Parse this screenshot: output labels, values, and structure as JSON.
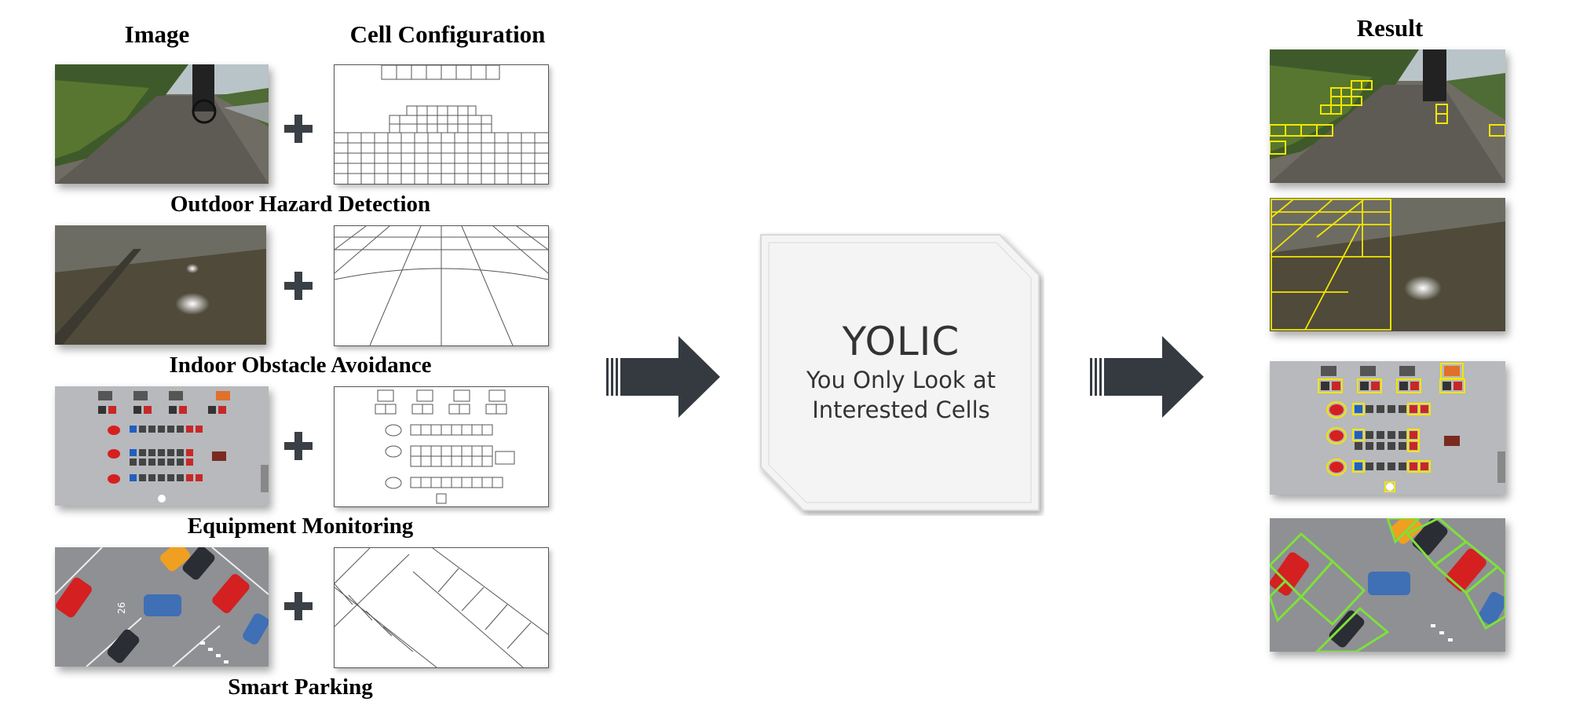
{
  "headers": {
    "image": "Image",
    "cell_configuration": "Cell Configuration",
    "result": "Result"
  },
  "applications": [
    {
      "label": "Outdoor Hazard Detection"
    },
    {
      "label": "Indoor Obstacle Avoidance"
    },
    {
      "label": "Equipment Monitoring"
    },
    {
      "label": "Smart Parking"
    }
  ],
  "center": {
    "title": "YOLIC",
    "subtitle_line1": "You Only Look at",
    "subtitle_line2": "Interested Cells"
  },
  "colors": {
    "arrow": "#343a40",
    "plus": "#3a4046",
    "highlight_yellow": "#f2e600",
    "highlight_green": "#7ee03a"
  },
  "icons": [
    "plus-icon",
    "arrow-right-icon"
  ]
}
